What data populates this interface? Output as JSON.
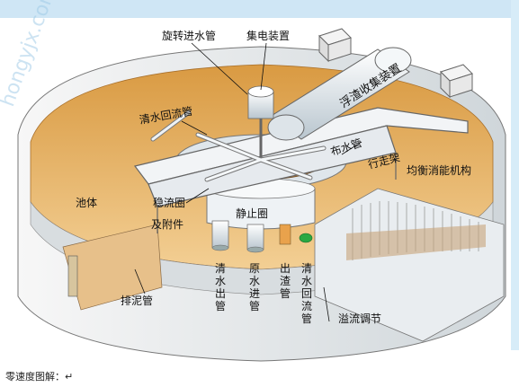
{
  "diagram": {
    "labels": {
      "rotating_inlet": "旋转进水管",
      "collector": "集电装置",
      "scum_collector": "浮渣收集装置",
      "clear_return": "清水回流管",
      "distribution": "布水管",
      "carriage": "行走架",
      "tank_body": "池体",
      "stabilizer": "稳流圈",
      "attachments": "及附件",
      "balance": "均衡消能机构",
      "still_ring": "静止圈",
      "sludge_pipe": "排泥管",
      "clear_outlet": "清水出管",
      "raw_inlet": "原水进管",
      "scum_outlet": "出渣管",
      "clear_return_v": "清水回流管",
      "overflow": "溢流调节"
    },
    "caption": "零速度图解：↵",
    "watermark": "hongyjx.com"
  },
  "colors": {
    "tank_fill": "#eab56a",
    "tank_wall": "#f4f4f4",
    "pipe": "#e8eef2",
    "background_strip": "#cfe6f5"
  }
}
